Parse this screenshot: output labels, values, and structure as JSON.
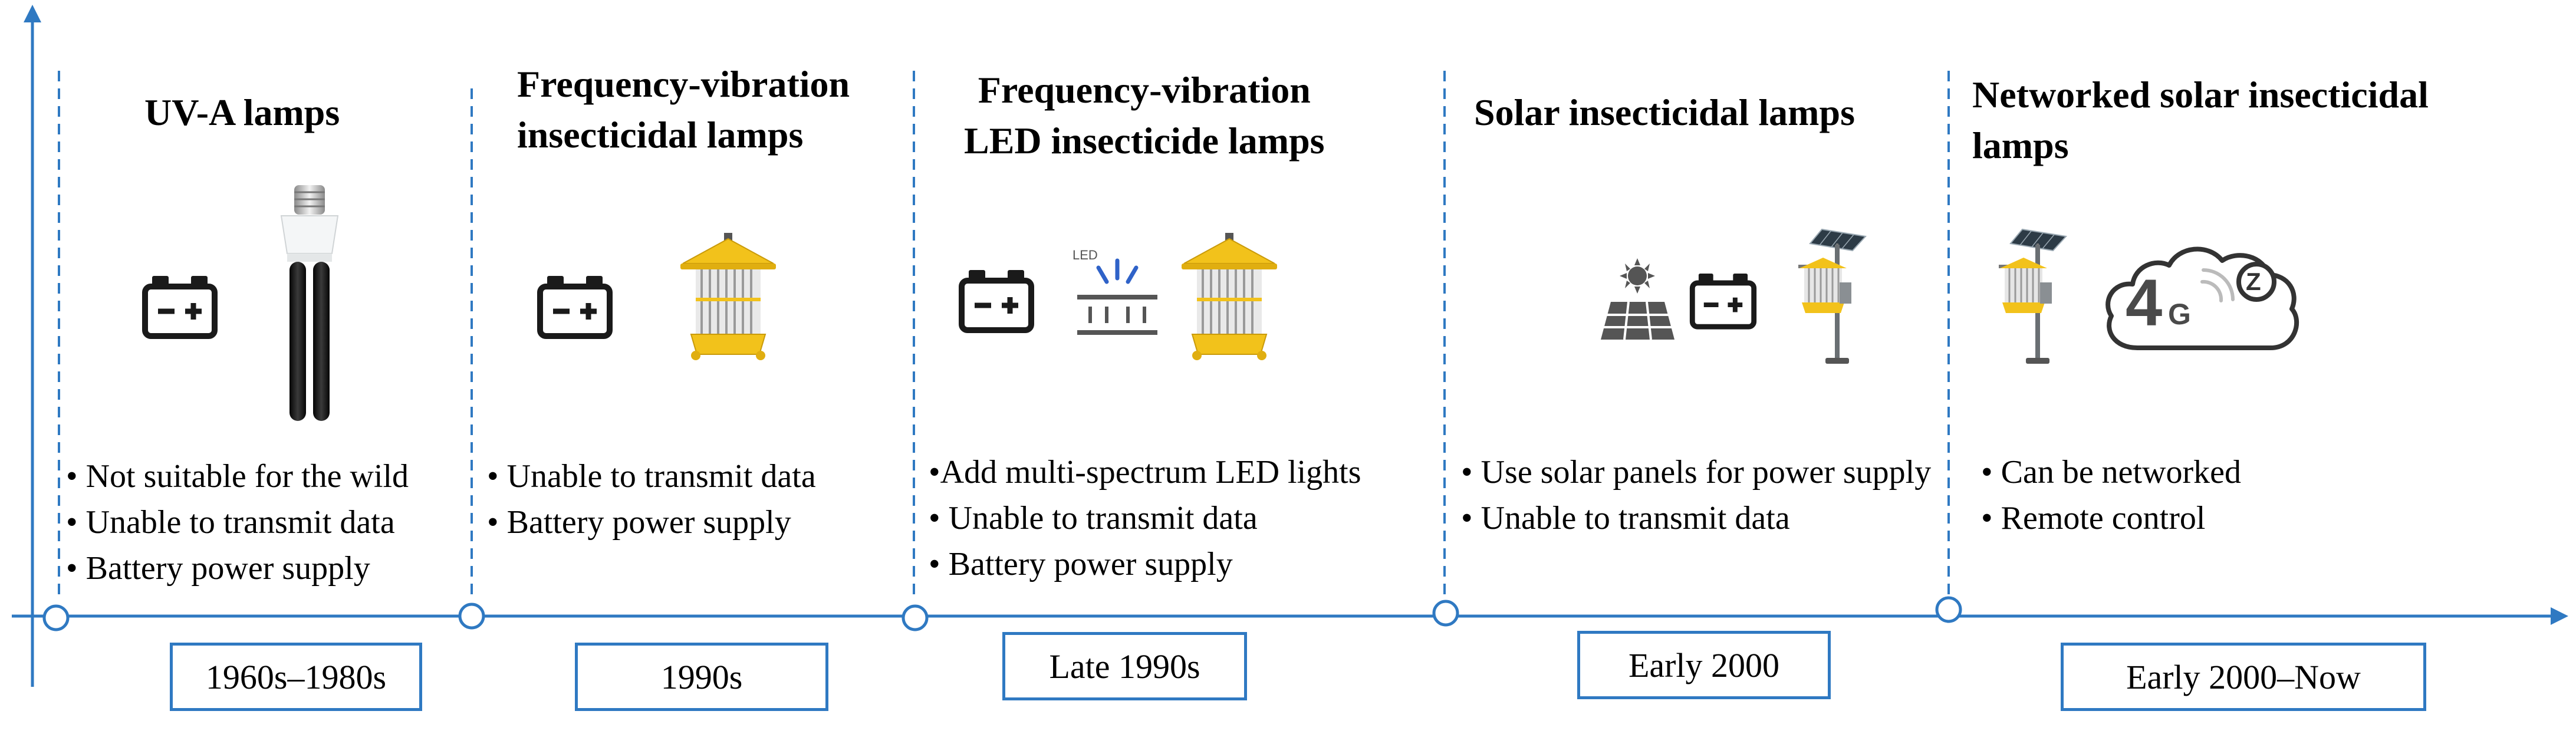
{
  "colors": {
    "accent": "#2F79C2",
    "lamp_yellow": "#F2C21B",
    "icon_dark": "#1A1A1A",
    "icon_gray": "#555555",
    "led_blue": "#2F62C8"
  },
  "eras": [
    {
      "title_lines": [
        "UV-A lamps"
      ],
      "icons": [
        "battery-icon",
        "uv-a-tube-lamp-icon"
      ],
      "bullets": [
        "• Not suitable for the wild",
        "• Unable to transmit data",
        "• Battery power supply"
      ],
      "date": "1960s–1980s"
    },
    {
      "title_lines": [
        "Frequency-vibration",
        "insecticidal lamps"
      ],
      "icons": [
        "battery-icon",
        "yellow-insecticidal-lamp-icon"
      ],
      "bullets": [
        "• Unable to transmit data",
        "• Battery power supply"
      ],
      "date": "1990s"
    },
    {
      "title_lines": [
        "Frequency-vibration",
        "LED insecticide lamps"
      ],
      "icons": [
        "battery-icon",
        "led-strip-icon",
        "yellow-insecticidal-lamp-icon"
      ],
      "led_label": "LED",
      "bullets": [
        "•Add multi-spectrum LED lights",
        "• Unable to transmit data",
        "• Battery power supply"
      ],
      "date": "Late 1990s"
    },
    {
      "title_lines": [
        "Solar insecticidal lamps"
      ],
      "icons": [
        "solar-panel-icon",
        "battery-icon",
        "solar-lamp-pole-icon"
      ],
      "bullets": [
        "• Use solar panels for power supply",
        "• Unable to transmit data"
      ],
      "date": "Early 2000"
    },
    {
      "title_lines": [
        "Networked solar insecticidal",
        "lamps"
      ],
      "icons": [
        "solar-lamp-pole-icon",
        "cloud-network-icon"
      ],
      "cloud_labels": {
        "four": "4",
        "g": "G",
        "z": "Z"
      },
      "bullets": [
        "• Can be networked",
        "• Remote control"
      ],
      "date": "Early 2000–Now"
    }
  ]
}
